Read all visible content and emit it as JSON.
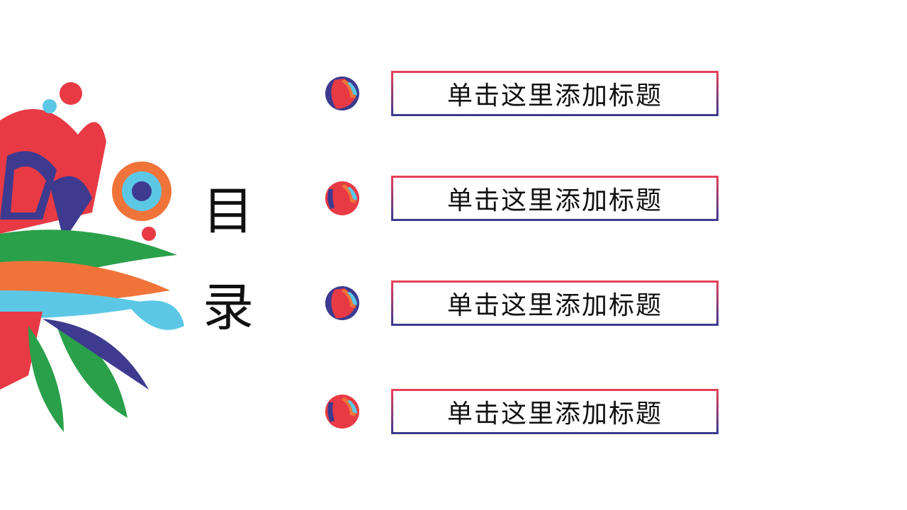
{
  "toc": {
    "title_line1": "目",
    "title_line2": "录"
  },
  "items": [
    {
      "label": "单击这里添加标题"
    },
    {
      "label": "单击这里添加标题"
    },
    {
      "label": "单击这里添加标题"
    },
    {
      "label": "单击这里添加标题"
    }
  ],
  "colors": {
    "red": "#e83a44",
    "purple": "#3d3a8f",
    "orange": "#f0743a",
    "cyan": "#5cc8e6",
    "green": "#2aa04a"
  }
}
